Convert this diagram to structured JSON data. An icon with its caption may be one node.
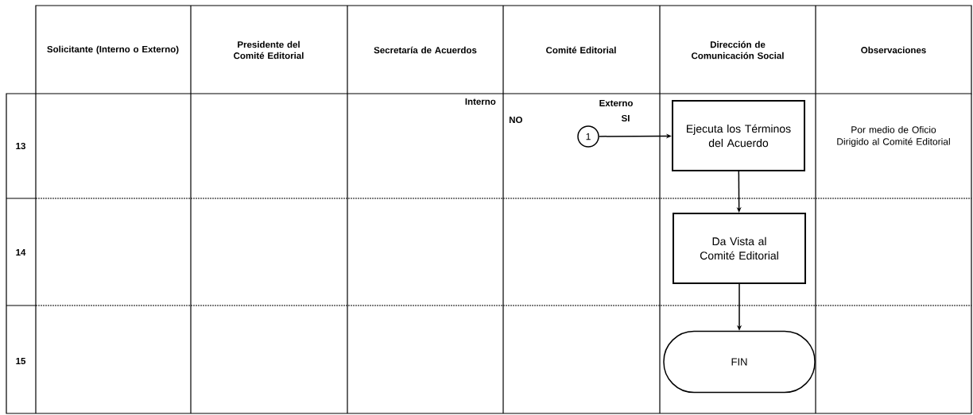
{
  "diagram": {
    "nodes": [
      {
        "text": [
          "1"
        ]
      },
      {
        "text": [
          "Ejecuta los Términos del Acuerdo"
        ]
      },
      {
        "text": [
          "Da Vista al Comité Editorial"
        ]
      },
      {
        "text": [
          "FIN"
        ]
      }
    ],
    "edges": [
      {
        "from": 0,
        "to": 1,
        "arrow": "to"
      },
      {
        "from": 1,
        "to": 2,
        "arrow": "to"
      },
      {
        "from": 2,
        "to": 3,
        "arrow": "to"
      }
    ],
    "labels": [
      "Solicitante (Interno o Externo)",
      "Presidente del Comité Editorial",
      "Secretaría de Acuerdos",
      "Comité  Editorial",
      "Dirección de Comunicación Social",
      "Observaciones",
      "13",
      "Interno",
      "NO",
      "Externo",
      "SI",
      "Por medio de Oficio Dirigido al Comité Editorial",
      "14",
      "15"
    ]
  }
}
